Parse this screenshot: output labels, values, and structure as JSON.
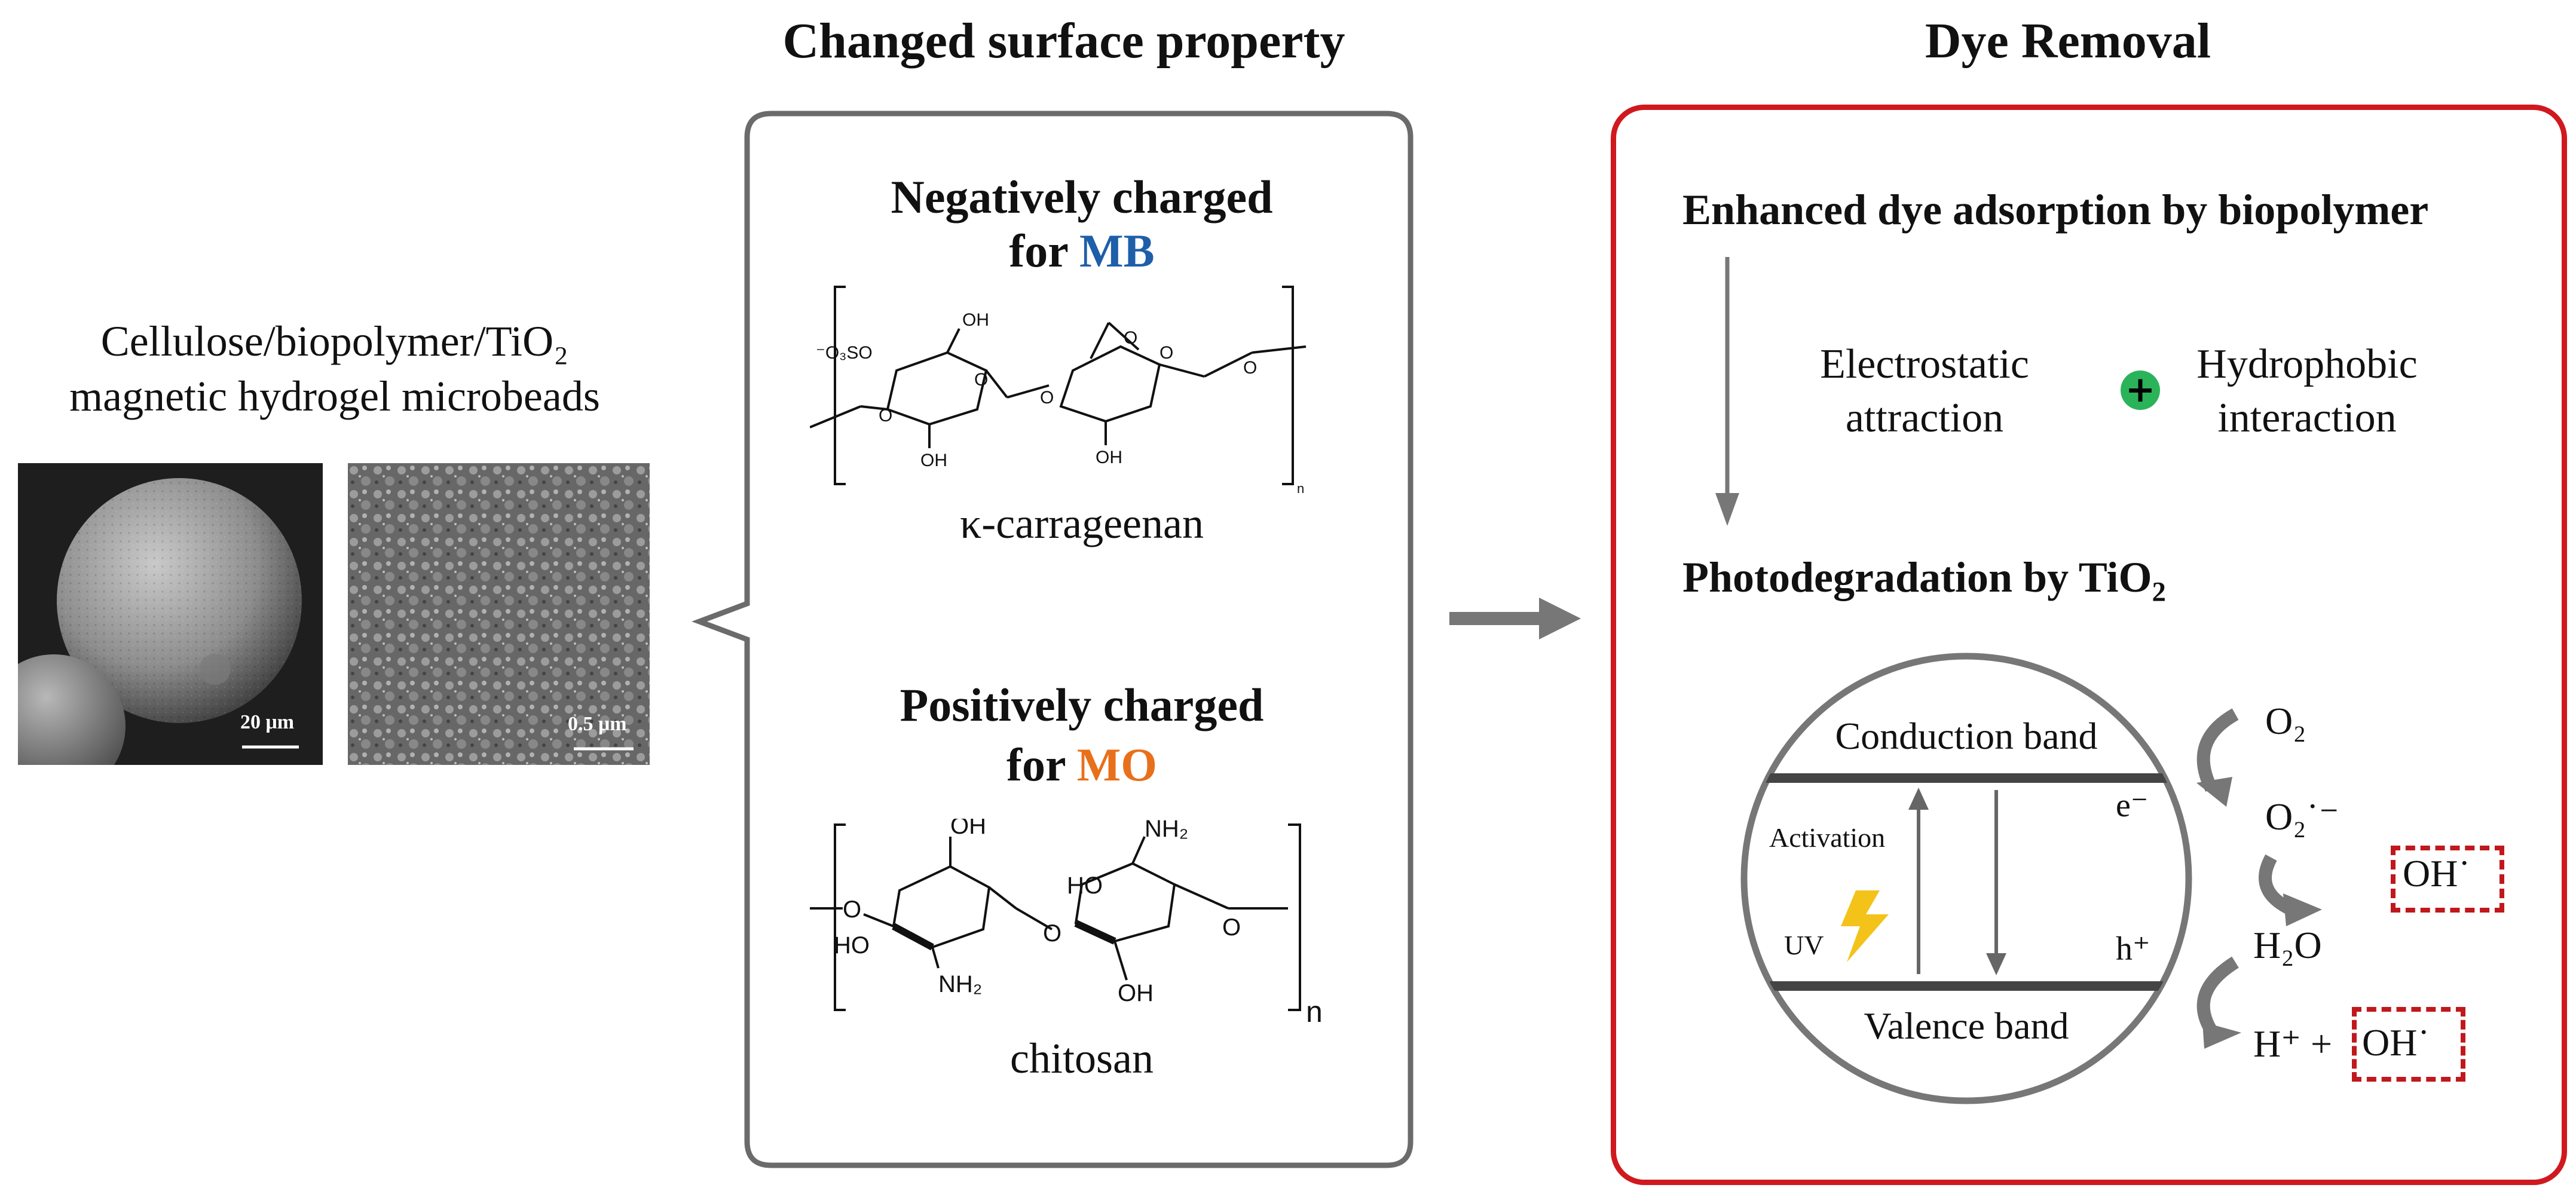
{
  "titles": {
    "changed_surface": "Changed surface property",
    "dye_removal": "Dye Removal"
  },
  "left": {
    "line1": "Cellulose/biopolymer/TiO₂",
    "line2": "magnetic hydrogel microbeads",
    "scale1": "20 μm",
    "scale2": "0.5 μm"
  },
  "middle": {
    "neg_line1": "Negatively charged",
    "neg_line2": "for",
    "neg_dye": "MB",
    "carrageenan_label": "κ-carrageenan",
    "pos_line1": "Positively charged",
    "pos_line2": "for",
    "pos_dye": "MO",
    "chitosan_label": "chitosan",
    "carr_sub_n": "n",
    "chit_sub_n": "n",
    "carr_atoms": [
      "⁻O₃SO",
      "OH",
      "O",
      "O",
      "O",
      "O",
      "O",
      "OH",
      "OH",
      "O"
    ],
    "chit_atoms": [
      "OH",
      "O",
      "HO",
      "NH₂",
      "O",
      "HO",
      "NH₂",
      "O",
      "OH"
    ]
  },
  "right": {
    "enhanced": "Enhanced dye adsorption  by biopolymer",
    "electrostatic_1": "Electrostatic",
    "electrostatic_2": "attraction",
    "plus": "+",
    "hydrophobic_1": "Hydrophobic",
    "hydrophobic_2": "interaction",
    "photodeg_prefix": "Photodegradation by TiO",
    "photodeg_sub": "2",
    "conduction_band": "Conduction band",
    "valence_band": "Valence  band",
    "activation": "Activation",
    "uv": "UV",
    "electron": "e⁻",
    "hole": "h⁺",
    "o2": "O₂",
    "o2_radical": "O₂˙⁻",
    "oh_radical": "OH˙",
    "h2o": "H₂O",
    "h_plus": "H⁺ +",
    "oh_radical_2": "OH˙"
  },
  "colors": {
    "mb_blue": "#1f5ea8",
    "mo_orange": "#e8701a",
    "frame_gray": "#6b6b6b",
    "red_frame": "#d0191e",
    "plus_green": "#2bb35a",
    "uv_yellow": "#f3c31a"
  }
}
